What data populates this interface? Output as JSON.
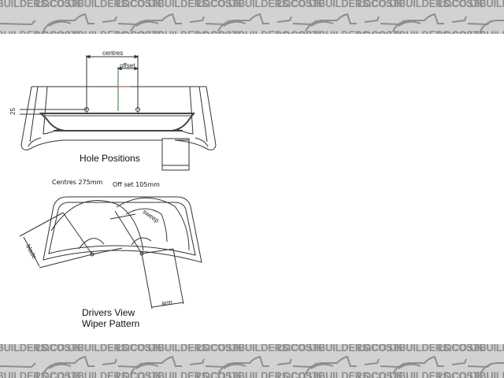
{
  "watermark": {
    "text": "LOCOSTBUILDERS.CO.UK",
    "band_color": "#d2d2d2",
    "text_color": "#8e8e8e"
  },
  "hole_positions": {
    "title": "Hole Positions",
    "dim_centres": "centres",
    "dim_offset": "offset",
    "dim_vertical": "25"
  },
  "notes": {
    "centres": "Centres 275mm",
    "offset": "Off set 105mm"
  },
  "wiper_pattern": {
    "title_line1": "Drivers View",
    "title_line2": "Wiper Pattern",
    "label_sweep": "sweep",
    "label_blade": "blade",
    "label_arm": "arm"
  }
}
